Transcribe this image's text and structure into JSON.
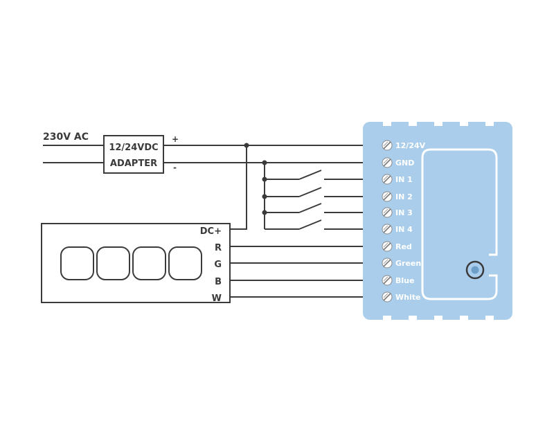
{
  "supply": {
    "mains_label": "230V AC",
    "adapter_line1": "12/24VDC",
    "adapter_line2": "ADAPTER",
    "plus_sign": "+",
    "minus_sign": "-"
  },
  "strip": {
    "dc_label": "DC+",
    "r_label": "R",
    "g_label": "G",
    "b_label": "B",
    "w_label": "W"
  },
  "module": {
    "color": "#a9cdea",
    "terminals": [
      "12/24V",
      "GND",
      "IN 1",
      "IN 2",
      "IN 3",
      "IN 4",
      "Red",
      "Green",
      "Blue",
      "White"
    ]
  }
}
